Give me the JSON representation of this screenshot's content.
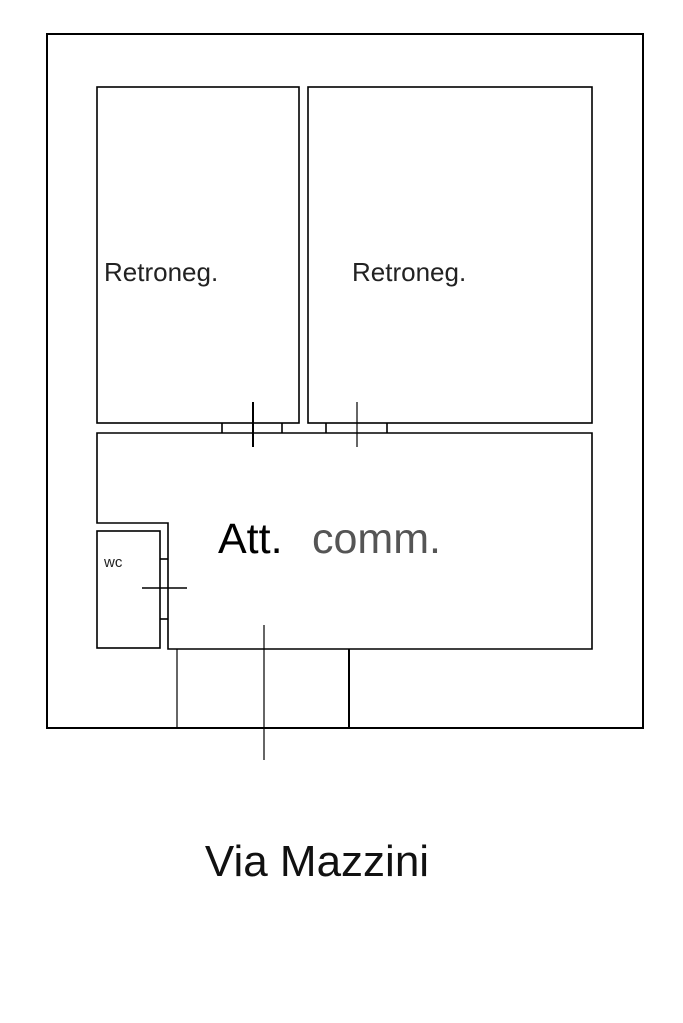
{
  "plan": {
    "rooms": [
      {
        "label": "Retroneg."
      },
      {
        "label": "Retroneg."
      },
      {
        "label_part1": "Att.",
        "label_part2": "comm."
      },
      {
        "label": "wc"
      }
    ],
    "street": "Via Mazzini"
  },
  "colors": {
    "line": "#000000",
    "text": "#111111",
    "faded_text": "#555555"
  }
}
